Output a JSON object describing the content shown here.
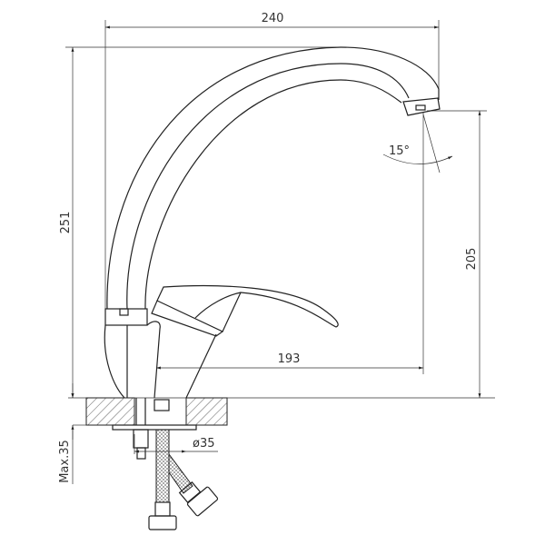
{
  "drawing": {
    "dimensions": {
      "width_total": "240",
      "height_total": "251",
      "spout_height": "205",
      "spout_reach": "193",
      "angle": "15°",
      "hole_diameter": "ø35",
      "max_thickness": "Max.35"
    },
    "colors": {
      "line": "#222222",
      "background": "#ffffff"
    }
  }
}
